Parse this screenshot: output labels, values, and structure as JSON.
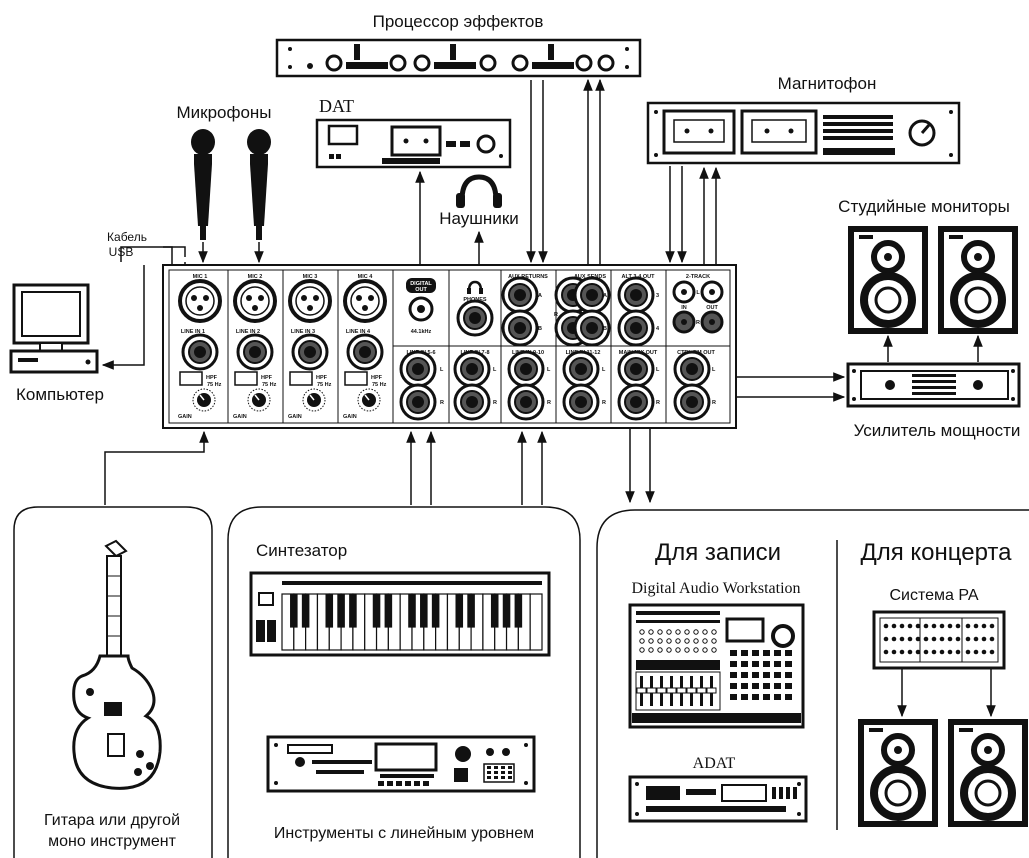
{
  "title": "",
  "devices": {
    "effects_processor": "Процессор эффектов",
    "microphones": "Микрофоны",
    "dat": "DAT",
    "headphones": "Наушники",
    "tape_recorder": "Магнитофон",
    "studio_monitors": "Студийные мониторы",
    "usb_cable_line1": "Кабель",
    "usb_cable_line2": "USB",
    "computer": "Компьютер",
    "power_amp": "Усилитель мощности",
    "synth": "Синтезатор",
    "guitar_line1": "Гитара или другой",
    "guitar_line2": "моно инструмент",
    "line_instruments": "Инструменты с линейным уровнем",
    "for_recording": "Для записи",
    "for_concert": "Для концерта",
    "daw": "Digital Audio Workstation",
    "adat": "ADAT",
    "pa_system": "Система PA"
  },
  "mixer": {
    "mic_channels": [
      {
        "mic": "MIC 1",
        "line": "LINE IN 1",
        "hpf": "HPF",
        "hz": "75 Hz",
        "gain": "GAIN"
      },
      {
        "mic": "MIC 2",
        "line": "LINE IN 2",
        "hpf": "HPF",
        "hz": "75 Hz",
        "gain": "GAIN"
      },
      {
        "mic": "MIC 3",
        "line": "LINE IN 3",
        "hpf": "HPF",
        "hz": "75 Hz",
        "gain": "GAIN"
      },
      {
        "mic": "MIC 4",
        "line": "LINE IN 4",
        "hpf": "HPF",
        "hz": "75 Hz",
        "gain": "GAIN"
      }
    ],
    "digital_out_1": "DIGITAL",
    "digital_out_2": "OUT",
    "sample_rate": "44.1kHz",
    "phones": "PHONES",
    "aux_returns": "AUX RETURNS",
    "aux_sends": "AUX SENDS",
    "alt_out": "ALT 3-4 OUT",
    "two_track": "2-TRACK",
    "in": "IN",
    "out": "OUT",
    "line_pairs": [
      "LINE IN 5-6",
      "LINE IN 7-8",
      "LINE IN 9-10",
      "LINE IN 11-12"
    ],
    "main_mix_out": "MAIN MIX OUT",
    "ctrl_rm_out": "CTRL RM OUT",
    "ch_L": "L",
    "ch_R": "R",
    "ch_A": "A",
    "ch_B": "B",
    "ch_3": "3",
    "ch_4": "4"
  },
  "colors": {
    "ink": "#111111",
    "panel": "#ffffff",
    "cone": "#555555"
  }
}
